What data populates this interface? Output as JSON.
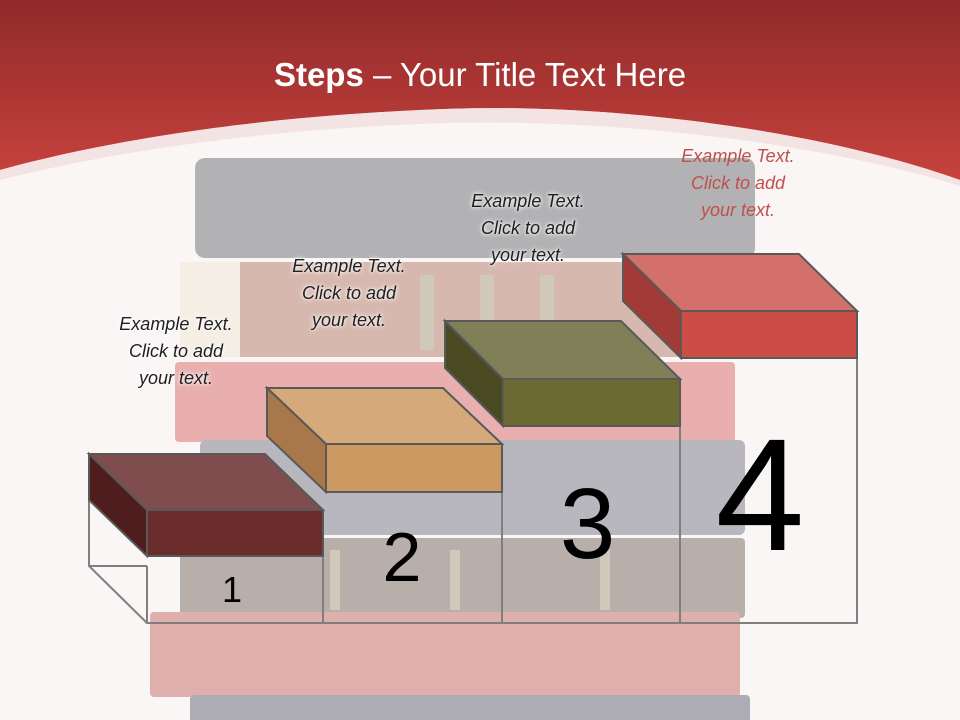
{
  "slide": {
    "title_bold": "Steps",
    "title_rest": " – Your Title Text Here"
  },
  "steps": [
    {
      "number": "1",
      "caption": [
        "Example Text.",
        "Click  to add",
        "your text."
      ],
      "box_color": "#6b2c2c"
    },
    {
      "number": "2",
      "caption": [
        "Example Text.",
        "Click  to add",
        "your text."
      ],
      "box_color": "#cc9960"
    },
    {
      "number": "3",
      "caption": [
        "Example Text.",
        "Click  to add",
        "your text."
      ],
      "box_color": "#6b6a33"
    },
    {
      "number": "4",
      "caption": [
        "Example Text.",
        "Click  to add",
        "your text."
      ],
      "box_color": "#cc4c46"
    }
  ],
  "colors": {
    "header": "#c0403c",
    "accent_text": "#c0504d"
  }
}
